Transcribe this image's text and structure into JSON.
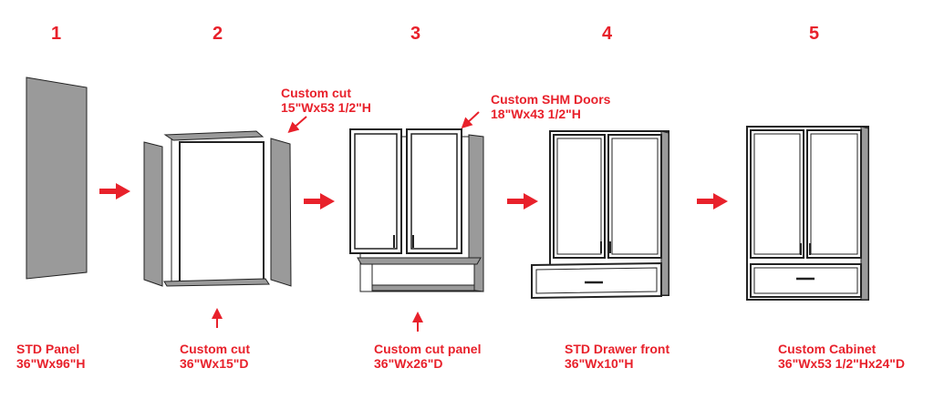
{
  "steps": [
    {
      "number": "1",
      "caption_line1": "STD Panel",
      "caption_line2": "36\"Wx96\"H"
    },
    {
      "number": "2",
      "caption_line1": "Custom cut",
      "caption_line2": "36\"Wx15\"D",
      "side_note_line1": "Custom cut",
      "side_note_line2": "15\"Wx53 1/2\"H"
    },
    {
      "number": "3",
      "caption_line1": "Custom cut panel",
      "caption_line2": "36\"Wx26\"D",
      "side_note_line1": "Custom SHM Doors",
      "side_note_line2": "18\"Wx43 1/2\"H"
    },
    {
      "number": "4",
      "caption_line1": "STD Drawer front",
      "caption_line2": "36\"Wx10\"H"
    },
    {
      "number": "5",
      "caption_line1": "Custom Cabinet",
      "caption_line2": "36\"Wx53 1/2\"Hx24\"D"
    }
  ],
  "colors": {
    "accent": "#e8212b",
    "panel": "#9a9a9a",
    "outline": "#222222"
  }
}
